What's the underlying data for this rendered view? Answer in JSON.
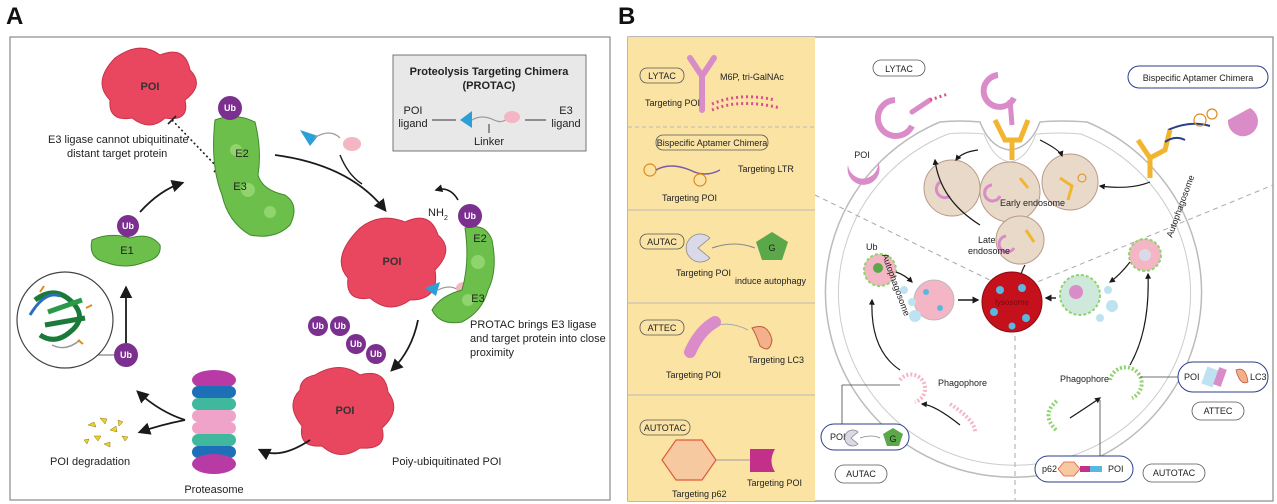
{
  "panels": {
    "a": {
      "letter": "A",
      "legend": {
        "title_line1": "Proteolysis Targeting Chimera",
        "title_line2": "(PROTAC)",
        "poi_ligand_l1": "POI",
        "poi_ligand_l2": "ligand",
        "e3_ligand_l1": "E3",
        "e3_ligand_l2": "ligand",
        "linker": "Linker"
      },
      "labels": {
        "poi": "POI",
        "ub": "Ub",
        "e1": "E1",
        "e2": "E2",
        "e3": "E3",
        "nh2": "NH",
        "nh2_sub": "2",
        "cannot_l1": "E3 ligase cannot ubiquitinate",
        "cannot_l2": "distant target protein",
        "brings_l1": "PROTAC brings E3 ligase",
        "brings_l2": "and target protein into close",
        "brings_l3": "proximity",
        "polyub": "Poiy-ubiquitinated POI",
        "proteasome": "Proteasome",
        "degradation": "POI degradation"
      }
    },
    "b": {
      "letter": "B",
      "sidebar": {
        "lytac": {
          "tag": "LYTAC",
          "m6p": "M6P, tri-GalNAc",
          "target": "Targeting POI"
        },
        "bac": {
          "tag": "Bispecific Aptamer Chimera",
          "ltr": "Targeting LTR",
          "target": "Targeting POI"
        },
        "autac": {
          "tag": "AUTAC",
          "g": "G",
          "target": "Targeting POI",
          "induce": "induce autophagy"
        },
        "attec": {
          "tag": "ATTEC",
          "lc3": "Targeting LC3",
          "target": "Targeting POI"
        },
        "autotac": {
          "tag": "AUTOTAC",
          "p62": "Targeting p62",
          "target": "Targeting POI"
        }
      },
      "cell": {
        "lytac_tag": "LYTAC",
        "bac_tag": "Bispecific Aptamer Chimera",
        "poi": "POI",
        "early_endosome": "Early endosome",
        "late_endosome_l1": "Late",
        "late_endosome_l2": "endosome",
        "lysosome": "lysosome",
        "ub": "Ub",
        "autophagosome_left": "Autophagosome",
        "autophagosome_right": "Autophagosome",
        "phagophore_left": "Phagophore",
        "phagophore_right": "Phagophore",
        "autac_box_poi": "POI",
        "autac_box_g": "G",
        "autac_tag": "AUTAC",
        "attec_box_poi": "POI",
        "attec_box_lc3": "LC3",
        "attec_tag": "ATTEC",
        "autotac_box_p62": "p62",
        "autotac_box_poi": "POI",
        "autotac_tag": "AUTOTAC"
      }
    }
  },
  "colors": {
    "poi": "#e8475f",
    "e3": "#6dbf4b",
    "ub": "#7b2f8e",
    "sidebar": "#fbe3a4",
    "lytac_pink": "#d98cc8",
    "receptor": "#f2b530",
    "lysosome": "#c5111c"
  }
}
